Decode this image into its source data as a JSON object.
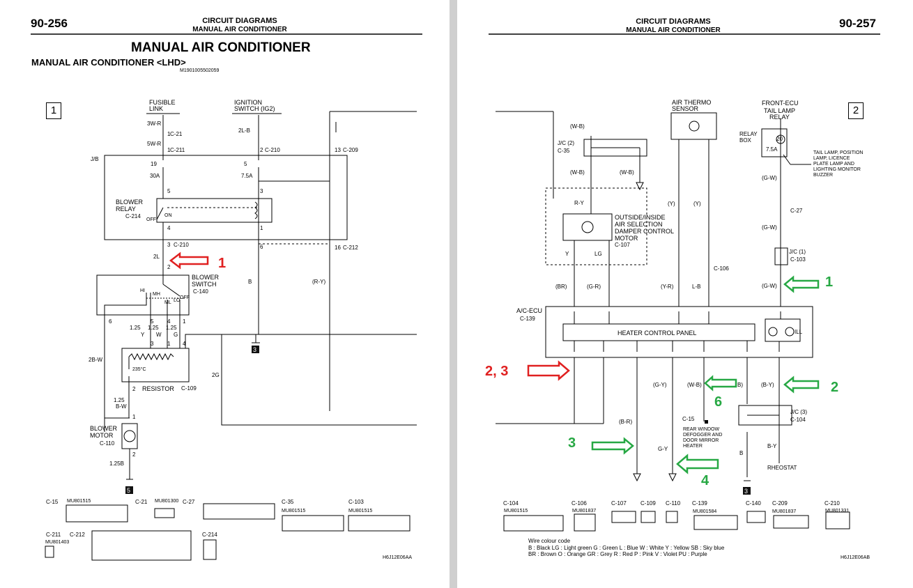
{
  "left": {
    "page_number": "90-256",
    "header_line1": "CIRCUIT DIAGRAMS",
    "header_line2": "MANUAL AIR CONDITIONER",
    "title": "MANUAL AIR CONDITIONER",
    "subtitle": "MANUAL AIR CONDITIONER <LHD>",
    "doc_code": "M1901005502059",
    "sheet": "1",
    "fig_code": "H6J12E06AA",
    "labels": {
      "fusible_link": "FUSIBLE",
      "fusible_link2": "LINK",
      "ignition": "IGNITION",
      "ignition2": "SWITCH (IG2)",
      "jb": "J/B",
      "blower_relay": "BLOWER",
      "blower_relay2": "RELAY",
      "blower_switch": "BLOWER",
      "blower_switch2": "SWITCH",
      "resistor": "RESISTOR",
      "blower_motor": "BLOWER",
      "blower_motor2": "MOTOR",
      "off": "OFF",
      "on": "ON",
      "hi": "HI",
      "mh": "MH",
      "ml": "ML",
      "lo": "LO",
      "off2": "OFF",
      "temp": "235°C",
      "amp30": "30A",
      "amp75": "7.5A",
      "w_3wr": "3W-R",
      "w_5wr": "5W-R",
      "w_2lb": "2L-B",
      "w_2l": "2L",
      "w_b": "B",
      "w_ry": "(R-Y)",
      "w_2bw": "2B-W",
      "w_125y": "1.25",
      "w_y": "Y",
      "w_125w": "1.25",
      "w_w": "W",
      "w_125g": "1.25",
      "w_g": "G",
      "w_125bw": "1.25",
      "w_bw": "B-W",
      "w_2g": "2G",
      "w_125b": "1.25B",
      "fuse19": "19",
      "fuse5": "5",
      "gnd3": "3",
      "gnd5": "5"
    },
    "connectors": [
      "C-21",
      "C-211",
      "C-210",
      "C-209",
      "C-214",
      "C-210",
      "C-212",
      "C-140",
      "C-109",
      "C-110"
    ],
    "pins": [
      "1",
      "1",
      "2",
      "13",
      "5",
      "3",
      "4",
      "1",
      "3",
      "6",
      "16",
      "2",
      "6",
      "5",
      "4",
      "1",
      "3",
      "1",
      "4",
      "2",
      "1",
      "2"
    ],
    "bottom_connectors": [
      "C-15",
      "C-21",
      "C-27",
      "C-35",
      "C-103",
      "C-211",
      "C-212",
      "C-214"
    ],
    "bottom_codes": [
      "MU801515",
      "MU801300",
      "MU801515",
      "MU801515",
      "MU801403"
    ],
    "annotation_1": "1"
  },
  "right": {
    "page_number": "90-257",
    "header_line1": "CIRCUIT DIAGRAMS",
    "header_line2": "MANUAL AIR CONDITIONER",
    "sheet": "2",
    "fig_code": "H6J12E06AB",
    "labels": {
      "air_thermo": "AIR THERMO",
      "air_thermo2": "SENSOR",
      "front_ecu": "FRONT-ECU",
      "tail_lamp": "TAIL LAMP",
      "relay": "RELAY",
      "relay_box": "RELAY",
      "relay_box2": "BOX",
      "tail_desc1": "TAIL LAMP, POSITION",
      "tail_desc2": "LAMP, LICENCE",
      "tail_desc3": "PLATE LAMP AND",
      "tail_desc4": "LIGHTING MONITOR",
      "tail_desc5": "BUZZER",
      "jc2": "J/C (2)",
      "jc1": "J/C (1)",
      "jc3": "J/C (3)",
      "damper1": "OUTSIDE/INSIDE",
      "damper2": "AIR SELECTION",
      "damper3": "DAMPER CONTROL",
      "damper4": "MOTOR",
      "ac_ecu": "A/C-ECU",
      "heater_panel": "HEATER CONTROL PANEL",
      "ill": "ILL",
      "rear1": "REAR WINDOW",
      "rear2": "DEFOGGER AND",
      "rear3": "DOOR MIRROR",
      "rear4": "HEATER",
      "rheostat": "RHEOSTAT",
      "amp75": "7.5A",
      "fuse20": "20",
      "w_wb1": "(W-B)",
      "w_wb2": "(W-B)",
      "w_wb3": "(W-B)",
      "w_ry": "R-Y",
      "w_y1": "Y",
      "w_lg": "LG",
      "w_br": "(BR)",
      "w_gr": "(G-R)",
      "w_yr": "(Y-R)",
      "w_lb": "L-B",
      "w_y2": "(Y)",
      "w_y3": "(Y)",
      "w_gw1": "(G-W)",
      "w_gw2": "(G-W)",
      "w_gw3": "(G-W)",
      "w_gy": "(G-Y)",
      "w_wb4": "(W-B)",
      "w_b": "B)",
      "w_by": "(B-Y)",
      "w_br2": "(B-R)",
      "w_gy2": "G-Y",
      "w_b2": "B",
      "w_by2": "B-Y"
    },
    "connectors": [
      "C-35",
      "C-107",
      "C-106",
      "C-27",
      "C-103",
      "C-139",
      "C-15",
      "C-104"
    ],
    "bottom_connectors": [
      "C-104",
      "C-106",
      "C-107",
      "C-109",
      "C-110",
      "C-139",
      "C-140",
      "C-209",
      "C-210"
    ],
    "bottom_codes": [
      "MU801515",
      "MU801837",
      "MU801584",
      "MU801837",
      "MU801331"
    ],
    "wire_code_title": "Wire colour code",
    "wire_code_line1": "B : Black    LG : Light green    G : Green    L : Blue    W : White    Y : Yellow    SB : Sky blue",
    "wire_code_line2": "BR : Brown    O : Orange    GR : Grey    R : Red    P : Pink    V : Violet    PU : Purple",
    "annotations": {
      "g1": "1",
      "g2": "2",
      "g3": "3",
      "g4": "4",
      "g6": "6",
      "r23": "2, 3"
    }
  }
}
